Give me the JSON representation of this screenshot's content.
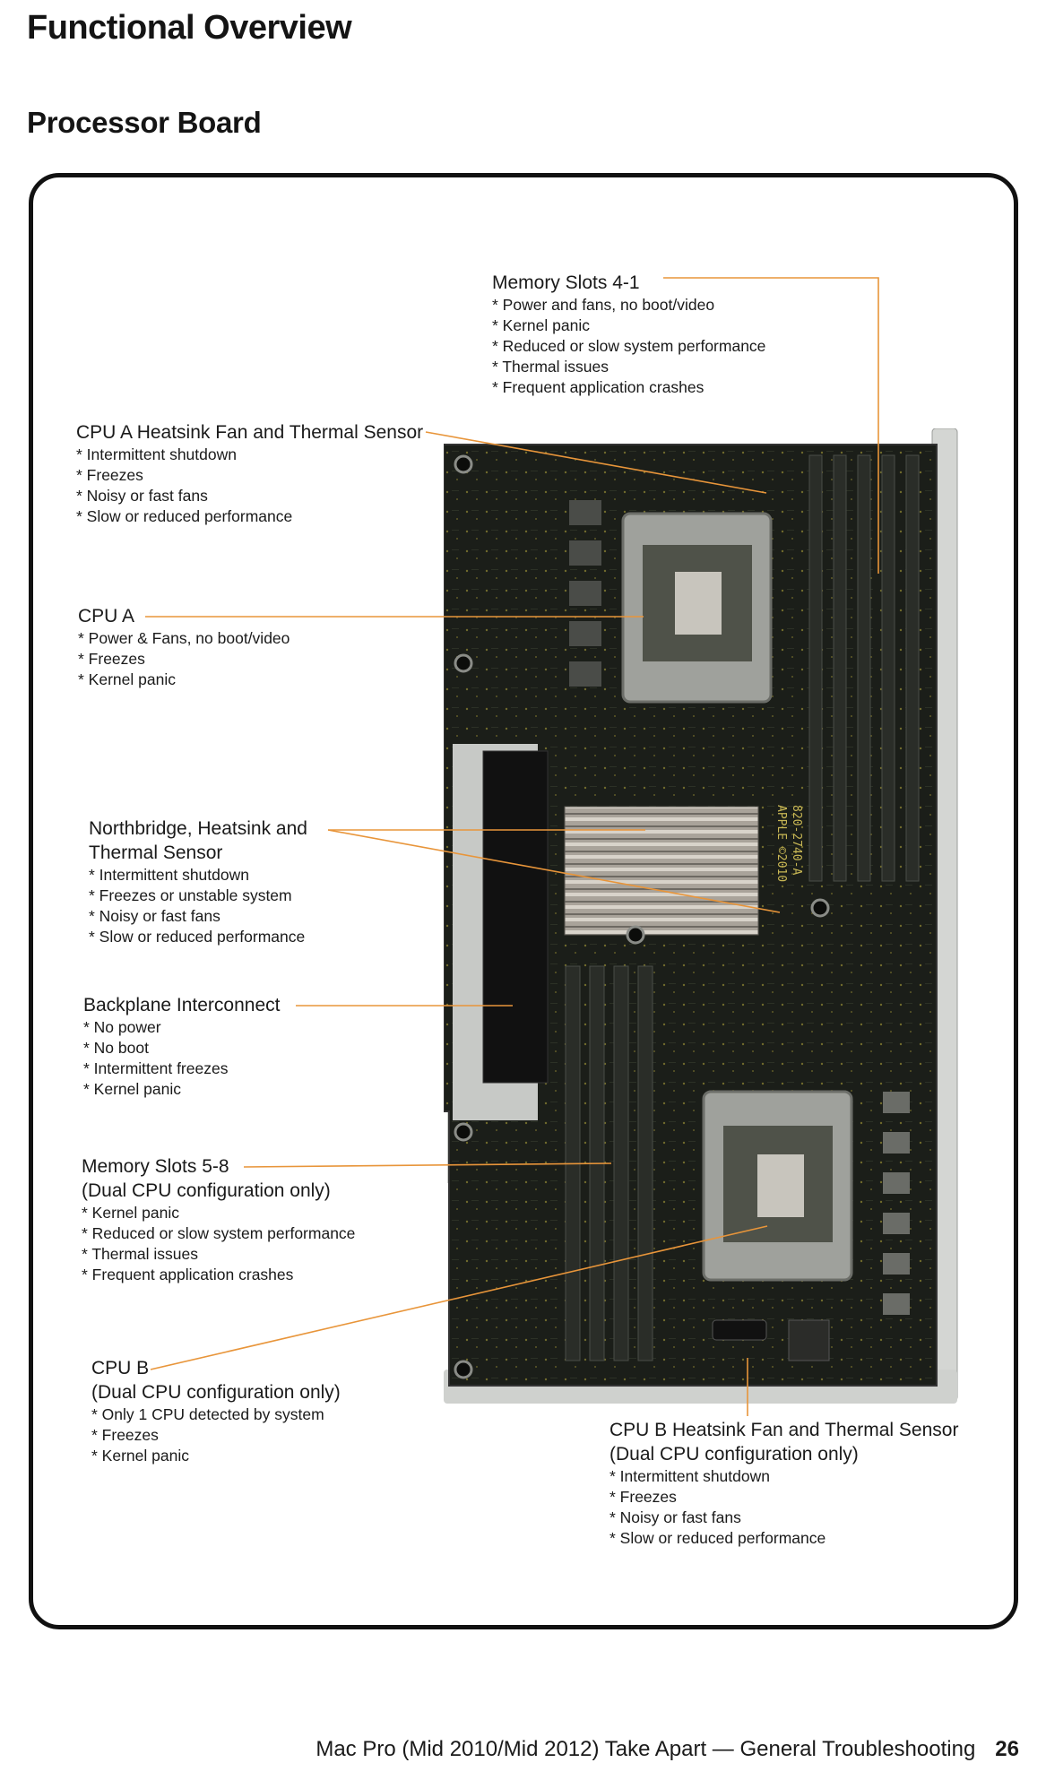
{
  "page_title": "Functional Overview",
  "section_title": "Processor Board",
  "board_image_text": {
    "line1": "820-2740-A",
    "line2": "APPLE ©2010"
  },
  "callouts": [
    {
      "title": [
        "Memory Slots 4-1"
      ],
      "items": [
        "* Power and fans, no boot/video",
        "* Kernel panic",
        "* Reduced or slow system performance",
        "* Thermal issues",
        "* Frequent application crashes"
      ]
    },
    {
      "title": [
        "CPU A Heatsink Fan and Thermal Sensor"
      ],
      "items": [
        "* Intermittent shutdown",
        "* Freezes",
        "* Noisy or fast fans",
        "* Slow or reduced performance"
      ]
    },
    {
      "title": [
        "CPU A"
      ],
      "items": [
        "* Power & Fans, no boot/video",
        "* Freezes",
        "* Kernel panic"
      ]
    },
    {
      "title": [
        "Northbridge, Heatsink and",
        "Thermal Sensor"
      ],
      "items": [
        "* Intermittent shutdown",
        "* Freezes or unstable system",
        "* Noisy or fast fans",
        "* Slow or reduced performance"
      ]
    },
    {
      "title": [
        "Backplane Interconnect"
      ],
      "items": [
        "* No power",
        "* No boot",
        "* Intermittent freezes",
        "* Kernel panic"
      ]
    },
    {
      "title": [
        "Memory Slots 5-8",
        "(Dual CPU configuration only)"
      ],
      "items": [
        "* Kernel panic",
        "* Reduced or slow system performance",
        "* Thermal issues",
        "* Frequent application crashes"
      ]
    },
    {
      "title": [
        "CPU B",
        "(Dual CPU configuration only)"
      ],
      "items": [
        "* Only 1 CPU detected by system",
        "* Freezes",
        "* Kernel panic"
      ]
    },
    {
      "title": [
        "CPU B Heatsink Fan and Thermal Sensor",
        "(Dual CPU configuration only)"
      ],
      "items": [
        "* Intermittent shutdown",
        "* Freezes",
        "* Noisy or fast fans",
        "* Slow or reduced performance"
      ]
    }
  ],
  "footer": {
    "text": "Mac Pro (Mid 2010/Mid 2012) Take Apart — General Troubleshooting",
    "page_number": "26"
  },
  "colors": {
    "leader_line": "#e8953a",
    "board": "#1c1f1a",
    "frame": "#111111"
  }
}
